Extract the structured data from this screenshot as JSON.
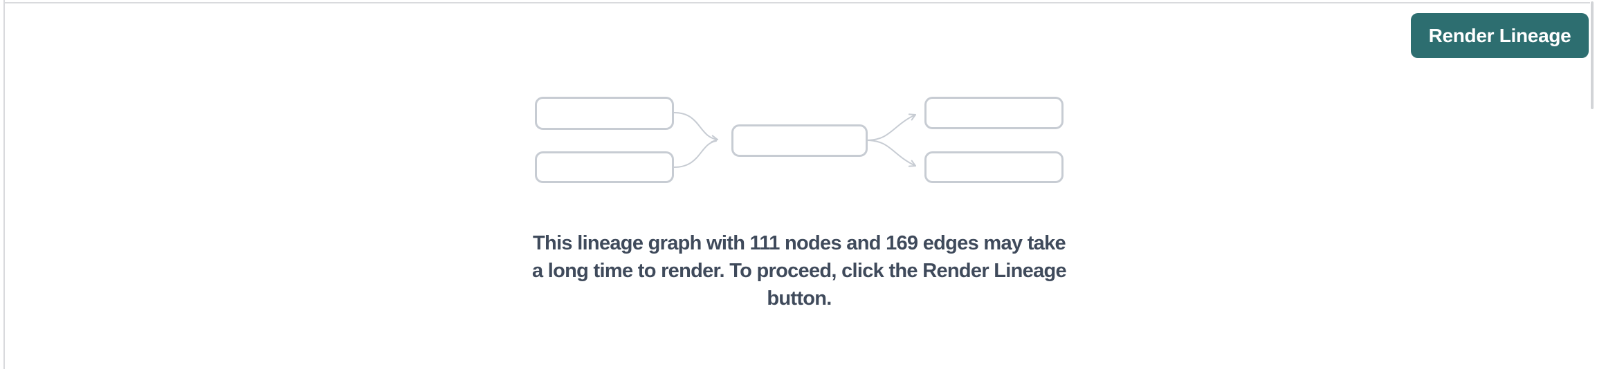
{
  "toolbar": {
    "render_button_label": "Render Lineage"
  },
  "placeholder_graph": {
    "icon": "lineage-graph-icon",
    "node_boxes": 5,
    "edge_arrows": 4
  },
  "message": {
    "lines": [
      "This lineage graph with 111 nodes and 169 edges may take",
      "a long time to render. To proceed, click the Render Lineage",
      "button."
    ],
    "full_text": "This lineage graph with 111 nodes and 169 edges may take a long time to render. To proceed, click the Render Lineage button."
  },
  "stats": {
    "nodes": 111,
    "edges": 169
  },
  "colors": {
    "accent-teal": "#2d6e70",
    "diagram-gray": "#c7ccd3",
    "text-dark": "#3f4a5b",
    "border-gray": "#d9dadd"
  }
}
